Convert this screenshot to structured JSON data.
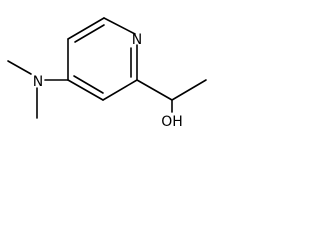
{
  "molecule": {
    "atom_labels": {
      "ring_nitrogen": "N",
      "amine_nitrogen": "N",
      "hydroxyl": "OH"
    },
    "colors": {
      "bond": "#000000",
      "background": "#ffffff"
    }
  }
}
